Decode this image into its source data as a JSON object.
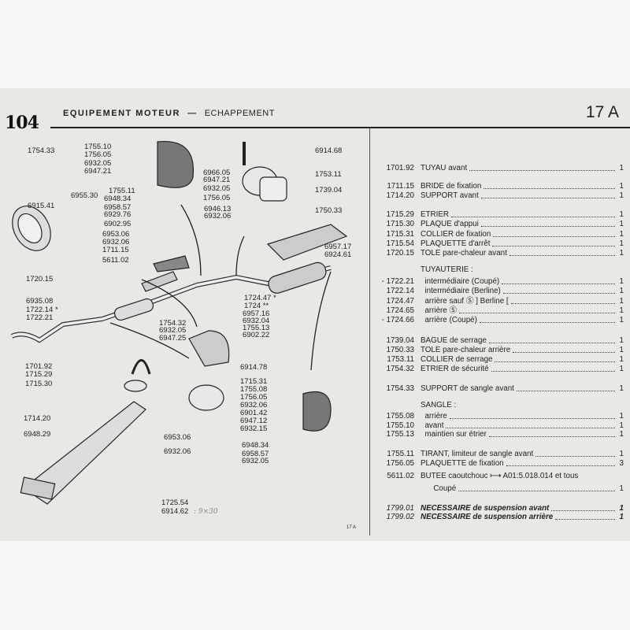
{
  "header": {
    "model": "104",
    "section": "EQUIPEMENT MOTEUR",
    "dash": "—",
    "subsection": "ECHAPPEMENT",
    "page": "17 A"
  },
  "footer": {
    "page": "17 A"
  },
  "handwritten_note": ": 9×30",
  "diagram_labels": [
    "1754.33",
    "1755.10",
    "1756.05",
    "6932.05",
    "6947.21",
    "6966.05",
    "6947.21",
    "6932.05",
    "1756.05",
    "1755.11",
    "6955.30",
    "6948.34",
    "6958.57",
    "6929.76",
    "6902.95",
    "6915.41",
    "6953.06",
    "6932.06",
    "1711.15",
    "5611.02",
    "6914.68",
    "1753.11",
    "1739.04",
    "6946.13",
    "6932.06",
    "1750.33",
    "6957.17",
    "6924.61",
    "1720.15",
    "6935.08",
    "1722.14 *",
    "1722.21",
    "1724.47 *",
    "1724 **",
    "6957.16",
    "6932.04",
    "1755.13",
    "6902.22",
    "1754.32",
    "6932.05",
    "6947.25",
    "1701.92",
    "1715.29",
    "1715.30",
    "6914.78",
    "1715.31",
    "1755.08",
    "1756.05",
    "6932.06",
    "6901.42",
    "6947.12",
    "6932.15",
    "1714.20",
    "6948.29",
    "6953.06",
    "6932.06",
    "6948.34",
    "6958.57",
    "6932.05",
    "1725.54",
    "6914.62"
  ],
  "parts_list": [
    {
      "code": "1701.92",
      "desc": "TUYAU avant",
      "qty": "1"
    },
    {
      "code": "1711.15",
      "desc": "BRIDE de fixation",
      "qty": "1"
    },
    {
      "code": "1714.20",
      "desc": "SUPPORT avant",
      "qty": "1"
    },
    {
      "code": "1715.29",
      "desc": "ETRIER",
      "qty": "1"
    },
    {
      "code": "1715.30",
      "desc": "PLAQUE d'appui",
      "qty": "1"
    },
    {
      "code": "1715.31",
      "desc": "COLLIER de fixation",
      "qty": "1"
    },
    {
      "code": "1715.54",
      "desc": "PLAQUETTE d'arrêt",
      "qty": "1"
    },
    {
      "code": "1720.15",
      "desc": "TOLE pare-chaleur avant",
      "qty": "1"
    },
    {
      "code": "",
      "desc": "TUYAUTERIE :",
      "qty": ""
    },
    {
      "code": "- 1722.21",
      "desc": "  intermédiaire (Coupé)",
      "qty": "1"
    },
    {
      "code": "1722.14",
      "desc": "  intermédiaire (Berline)",
      "qty": "1"
    },
    {
      "code": "1724.47",
      "desc": "  arrière sauf Ⓢ ] Berline [",
      "qty": "1"
    },
    {
      "code": "1724.65",
      "desc": "  arrière Ⓢ",
      "qty": "1"
    },
    {
      "code": "- 1724.66",
      "desc": "  arrière (Coupé)",
      "qty": "1"
    },
    {
      "code": "1739.04",
      "desc": "BAGUE de serrage",
      "qty": "1"
    },
    {
      "code": "1750.33",
      "desc": "TOLE pare-chaleur arrière",
      "qty": "1"
    },
    {
      "code": "1753.11",
      "desc": "COLLIER de serrage",
      "qty": "1"
    },
    {
      "code": "1754.32",
      "desc": "ETRIER de sécurité",
      "qty": "1"
    },
    {
      "code": "1754.33",
      "desc": "SUPPORT de sangle avant",
      "qty": "1"
    },
    {
      "code": "",
      "desc": "SANGLE :",
      "qty": ""
    },
    {
      "code": "1755.08",
      "desc": "  arrière",
      "qty": "1"
    },
    {
      "code": "1755.10",
      "desc": "  avant",
      "qty": "1"
    },
    {
      "code": "1755.13",
      "desc": "  maintien sur étrier",
      "qty": "1"
    },
    {
      "code": "1755.11",
      "desc": "TIRANT, limiteur de sangle avant",
      "qty": "1"
    },
    {
      "code": "1756.05",
      "desc": "PLAQUETTE de fixation",
      "qty": "3"
    },
    {
      "code": "5611.02",
      "desc": "BUTEE caoutchouc ⟼ A01:5.018.014 et tous",
      "qty": ""
    },
    {
      "code": "",
      "desc": "      Coupé",
      "qty": "1"
    },
    {
      "code": "1799.01",
      "desc": "NECESSAIRE de suspension avant",
      "qty": "1"
    },
    {
      "code": "1799.02",
      "desc": "NECESSAIRE de suspension arrière",
      "qty": "1"
    }
  ]
}
